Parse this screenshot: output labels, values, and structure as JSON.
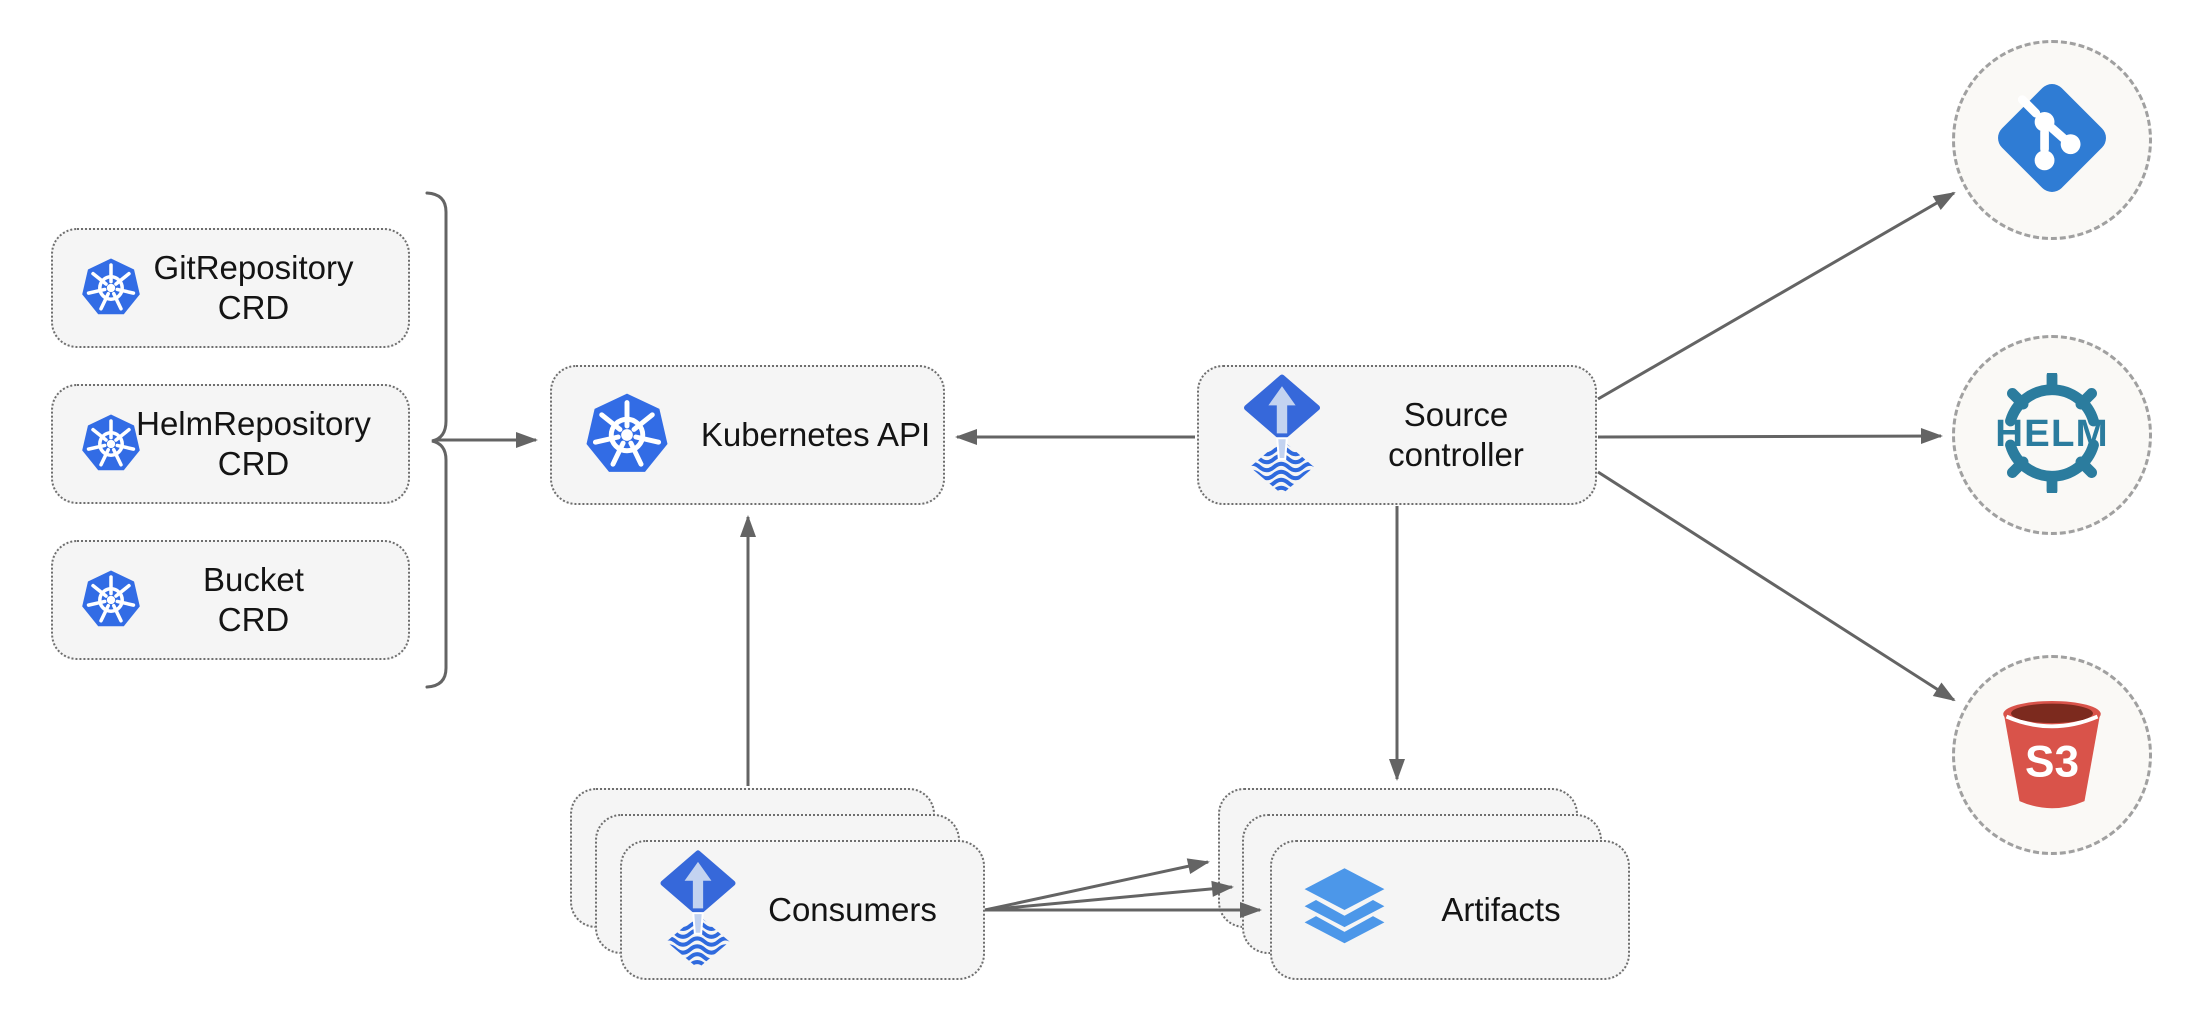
{
  "diagram": {
    "crds": [
      {
        "line1": "GitRepository",
        "line2": "CRD",
        "icon": "kubernetes-wheel-icon"
      },
      {
        "line1": "HelmRepository",
        "line2": "CRD",
        "icon": "kubernetes-wheel-icon"
      },
      {
        "line1": "Bucket",
        "line2": "CRD",
        "icon": "kubernetes-wheel-icon"
      }
    ],
    "kubernetes_api": {
      "label": "Kubernetes API",
      "icon": "kubernetes-wheel-icon"
    },
    "source_controller": {
      "line1": "Source",
      "line2": "controller",
      "icon": "flux-icon"
    },
    "consumers": {
      "label": "Consumers",
      "icon": "flux-icon",
      "stack_count": 3
    },
    "artifacts": {
      "label": "Artifacts",
      "icon": "layers-icon",
      "stack_count": 3
    },
    "external_endpoints": [
      {
        "name": "git-repository",
        "icon": "git-icon"
      },
      {
        "name": "helm-repository",
        "icon": "helm-icon",
        "logo_text": "HELM"
      },
      {
        "name": "s3-bucket",
        "icon": "s3-bucket-icon",
        "logo_text": "S3"
      }
    ],
    "colors": {
      "kubernetes_blue": "#326ce5",
      "flux_blue": "#3668da",
      "flux_stripe_blue": "#2f6ade",
      "flux_arrow_light": "#c3d3f0",
      "git_blue": "#2f7cd4",
      "helm_teal": "#2b7c9e",
      "s3_red": "#d9534a",
      "s3_dark_red": "#7c2a1e",
      "layers_blue": "#4c97e9",
      "connector_gray": "#646464",
      "box_fill": "#f5f5f5",
      "circle_fill": "#faf9f6"
    }
  }
}
